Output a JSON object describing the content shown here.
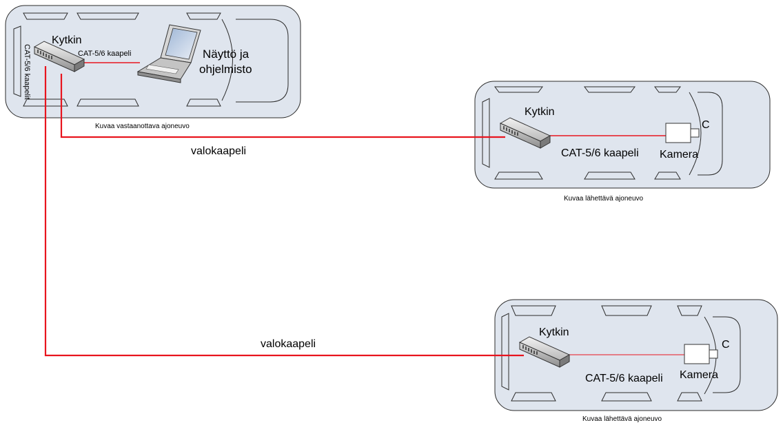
{
  "receiving_vehicle": {
    "caption": "Kuvaa vastaanottava ajoneuvo",
    "switch_label": "Kytkin",
    "cat_label": "CAT-5/6 kaapeli",
    "display_label_line1": "Näyttö ja",
    "display_label_line2": "ohjelmisto",
    "vertical_cable_label": "CAT-5/6 kaapelit"
  },
  "sending_vehicle_1": {
    "caption": "Kuvaa lähettävä ajoneuvo",
    "switch_label": "Kytkin",
    "cat_label": "CAT-5/6 kaapeli",
    "camera_label": "Kamera",
    "camera_letter": "C"
  },
  "sending_vehicle_2": {
    "caption": "Kuvaa lähettävä ajoneuvo",
    "switch_label": "Kytkin",
    "cat_label": "CAT-5/6 kaapeli",
    "camera_label": "Kamera",
    "camera_letter": "C"
  },
  "links": {
    "fiber_label_1": "valokaapeli",
    "fiber_label_2": "valokaapeli"
  },
  "colors": {
    "cable": "#e8141e",
    "car_fill": "#dfe5ee"
  }
}
